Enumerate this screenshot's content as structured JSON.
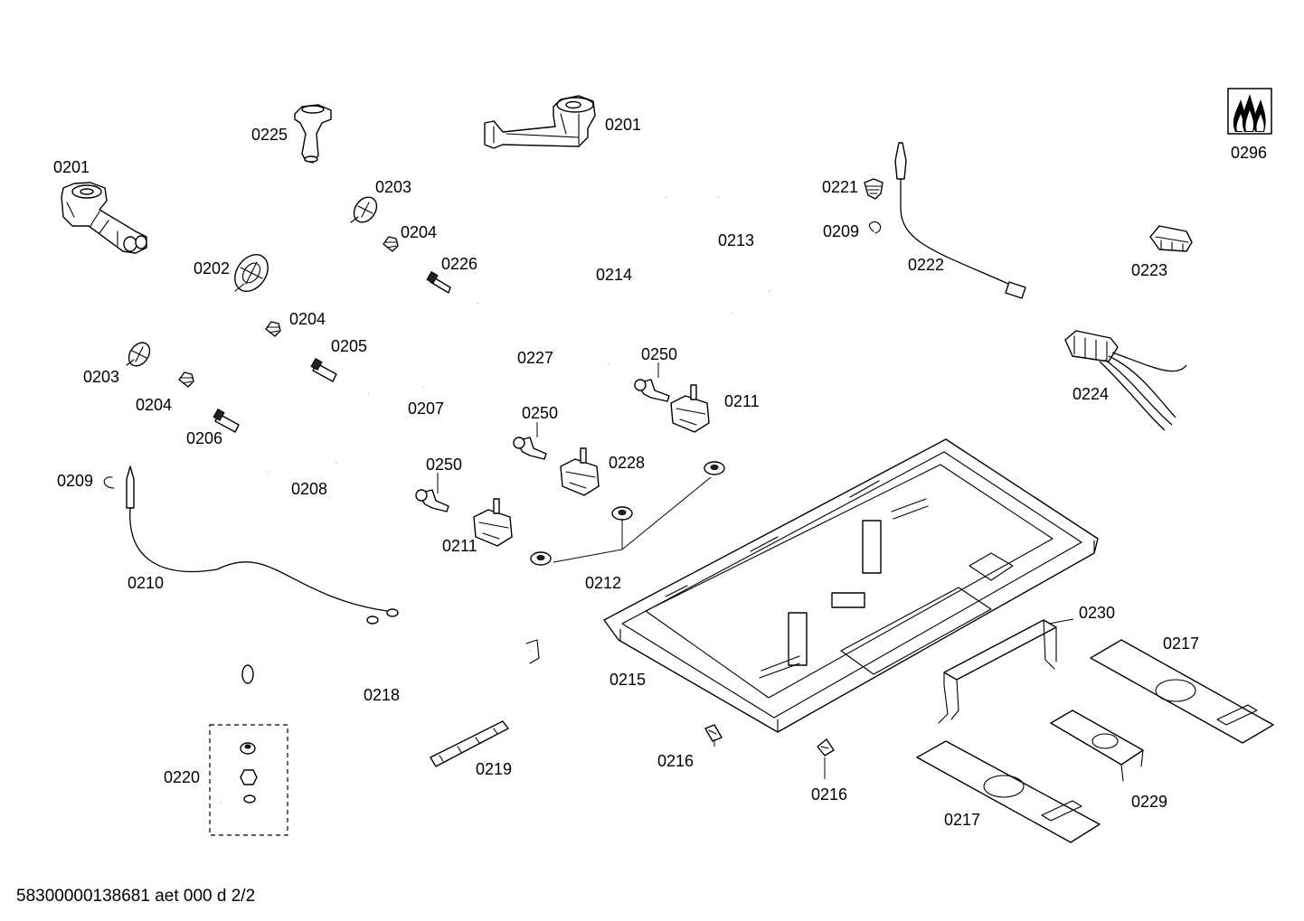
{
  "labels": {
    "p0201a": "0201",
    "p0201b": "0201",
    "p0225": "0225",
    "p0203a": "0203",
    "p0203b": "0203",
    "p0204a": "0204",
    "p0204b": "0204",
    "p0204c": "0204",
    "p0202": "0202",
    "p0226": "0226",
    "p0205": "0205",
    "p0206": "0206",
    "p0207": "0207",
    "p0208": "0208",
    "p0214": "0214",
    "p0213": "0213",
    "p0227": "0227",
    "p0221": "0221",
    "p0209a": "0209",
    "p0209b": "0209",
    "p0222": "0222",
    "p0223": "0223",
    "p0224": "0224",
    "p0296": "0296",
    "p0250a": "0250",
    "p0250b": "0250",
    "p0250c": "0250",
    "p0211a": "0211",
    "p0211b": "0211",
    "p0228": "0228",
    "p0210": "0210",
    "p0212": "0212",
    "p0215": "0215",
    "p0230": "0230",
    "p0217a": "0217",
    "p0217b": "0217",
    "p0218": "0218",
    "p0219": "0219",
    "p0220": "0220",
    "p0216a": "0216",
    "p0216b": "0216",
    "p0229": "0229"
  },
  "footer": "58300000138681 aet 000 d 2/2",
  "icons": {
    "brand_badge": "gas-flame-icon"
  }
}
